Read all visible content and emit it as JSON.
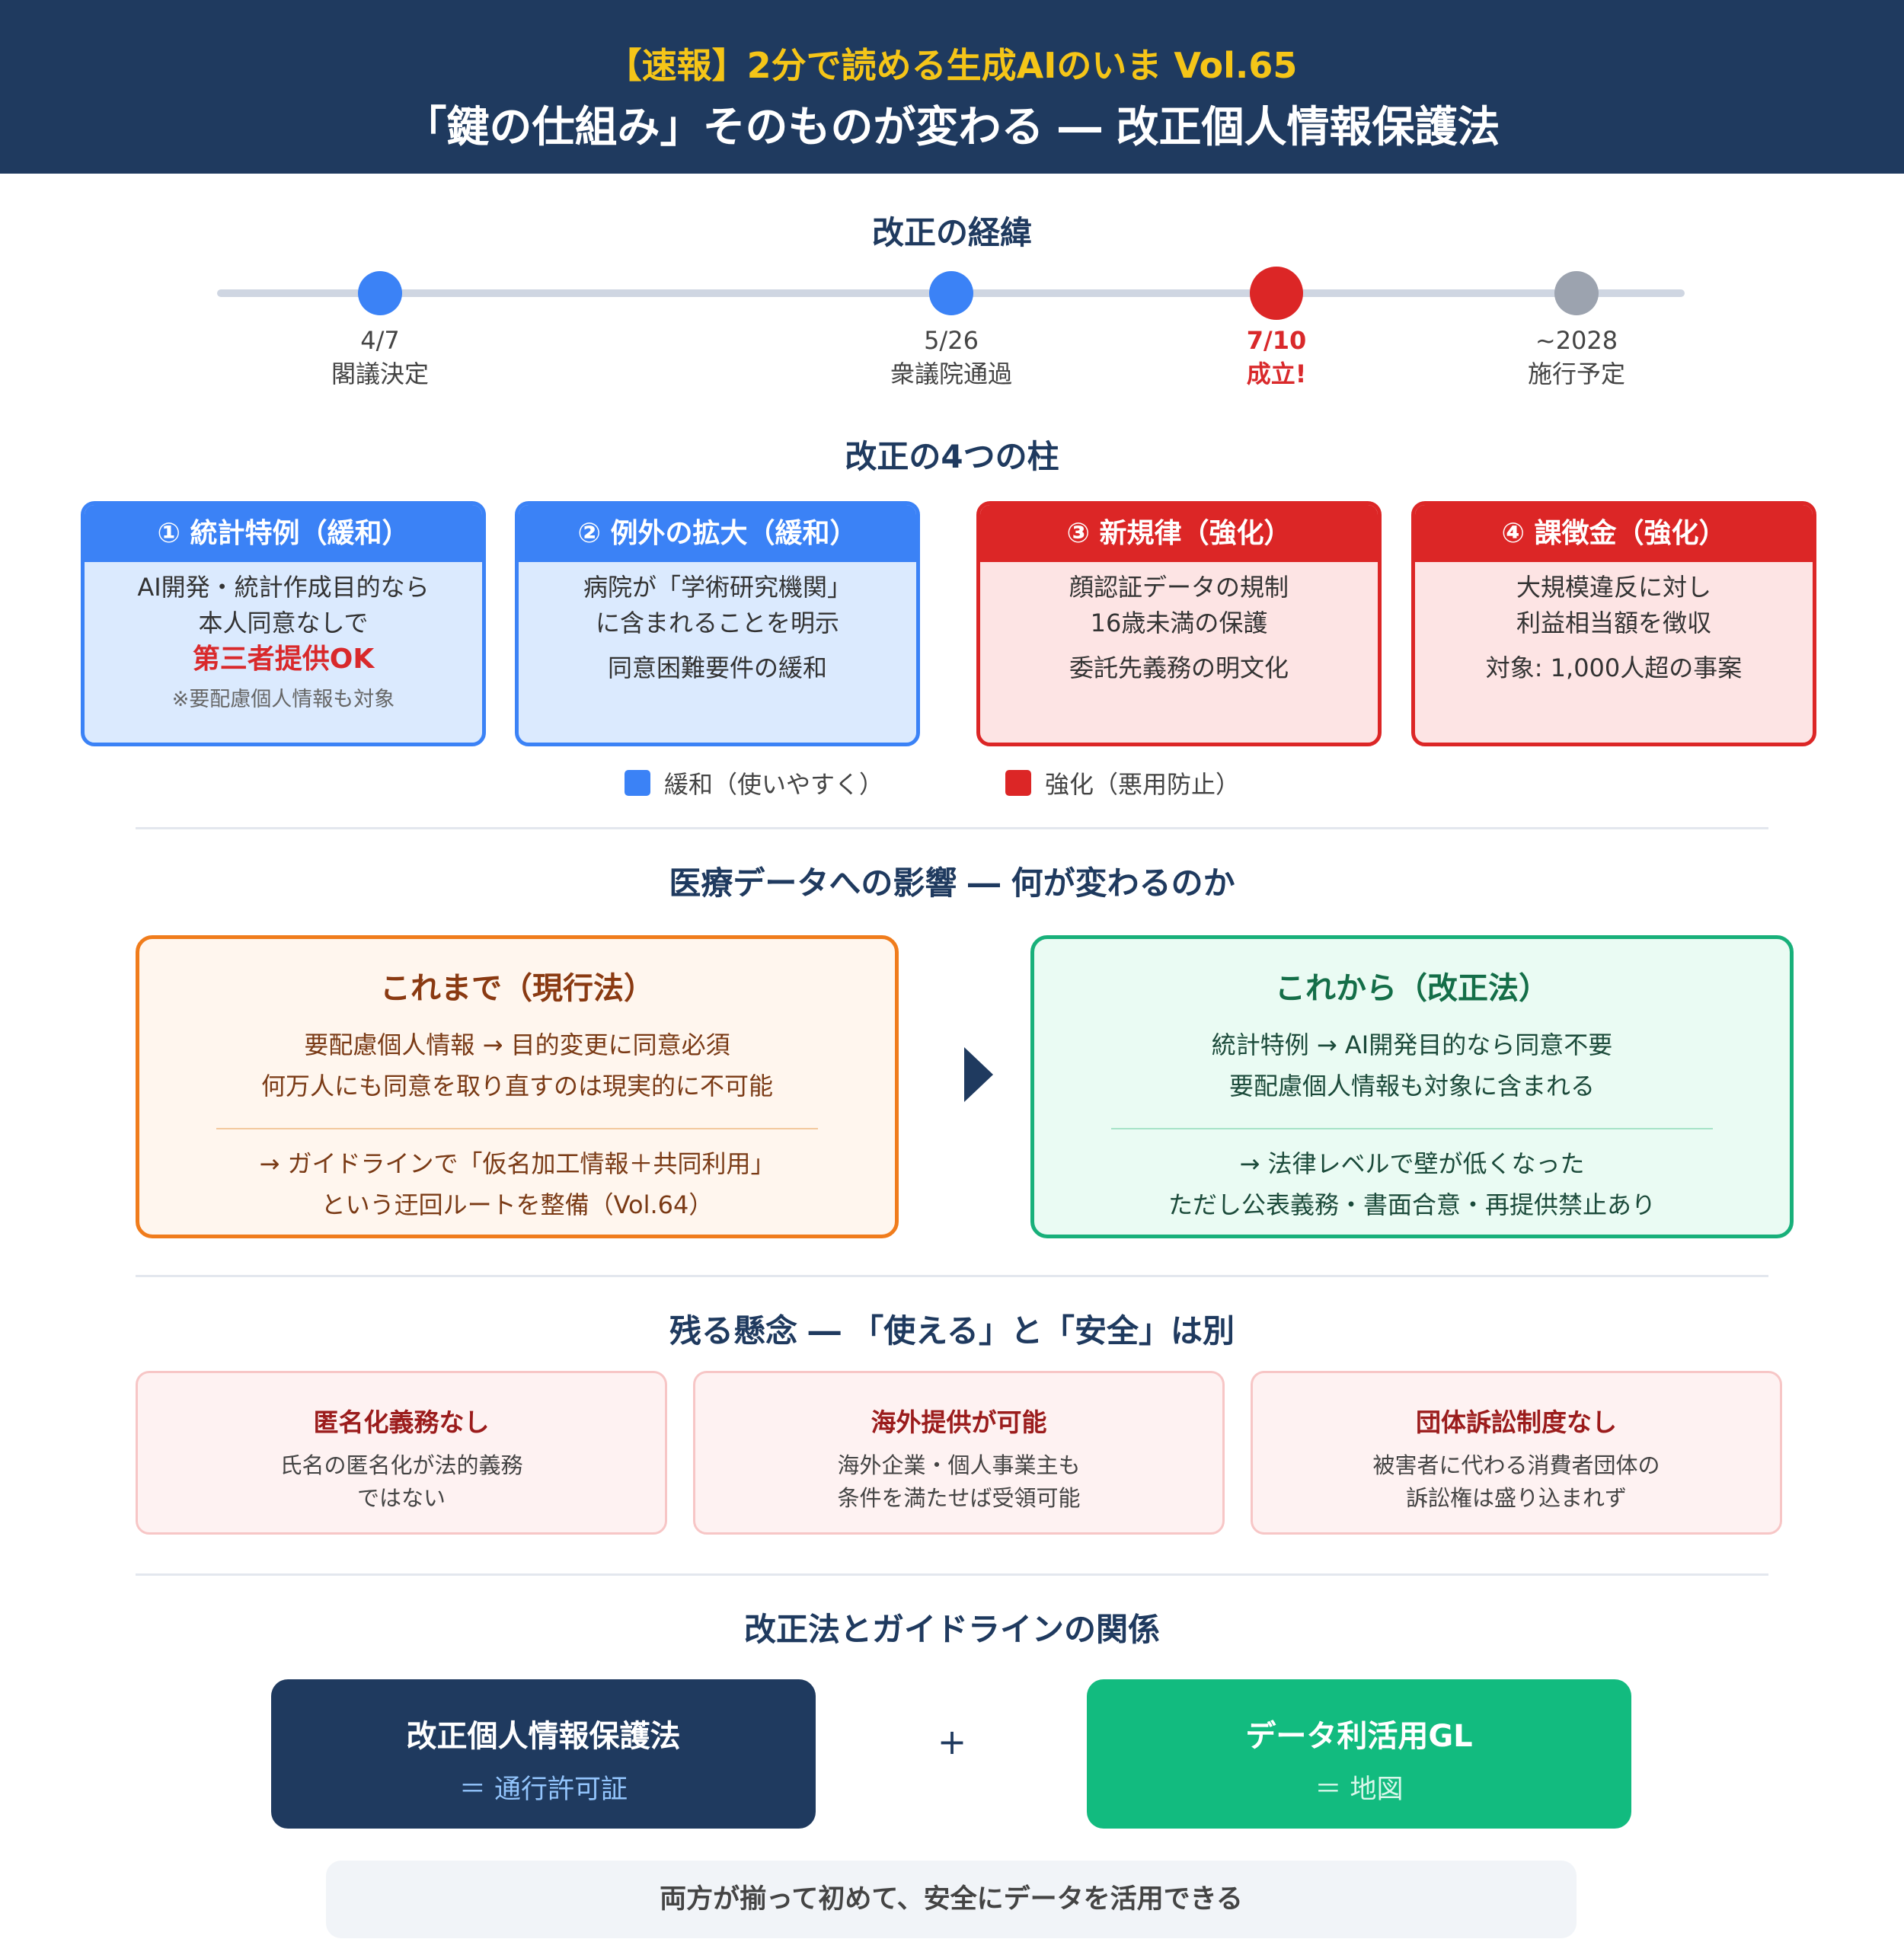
{
  "header": {
    "subtitle": "【速報】2分で読める生成AIのいま Vol.65",
    "title": "「鍵の仕組み」そのものが変わる ― 改正個人情報保護法"
  },
  "timeline": {
    "title": "改正の経緯",
    "events": [
      {
        "date": "4/7",
        "label": "閣議決定",
        "color": "#3b82f6"
      },
      {
        "date": "5/26",
        "label": "衆議院通過",
        "color": "#3b82f6"
      },
      {
        "date": "7/10",
        "label": "成立!",
        "color": "#dc2626"
      },
      {
        "date": "~2028",
        "label": "施行予定",
        "color": "#9ca3af"
      }
    ]
  },
  "pillars": {
    "title": "改正の4つの柱",
    "items": [
      {
        "title": "① 統計特例（緩和）",
        "line1": "AI開発・統計作成目的なら",
        "line2": "本人同意なしで",
        "emphasis": "第三者提供OK",
        "note": "※要配慮個人情報も対象"
      },
      {
        "title": "② 例外の拡大（緩和）",
        "line1": "病院が「学術研究機関」",
        "line2": "に含まれることを明示",
        "line3": "同意困難要件の緩和"
      },
      {
        "title": "③ 新規律（強化）",
        "line1": "顔認証データの規制",
        "line2": "16歳未満の保護",
        "line3": "委託先義務の明文化"
      },
      {
        "title": "④ 課徴金（強化）",
        "line1": "大規模違反に対し",
        "line2": "利益相当額を徴収",
        "line3": "対象: 1,000人超の事案"
      }
    ],
    "legend": [
      {
        "label": "緩和（使いやすく）",
        "color": "#3b82f6"
      },
      {
        "label": "強化（悪用防止）",
        "color": "#dc2626"
      }
    ]
  },
  "impact": {
    "title": "医療データへの影響 ― 何が変わるのか",
    "before": {
      "title": "これまで（現行法）",
      "line1": "要配慮個人情報 → 目的変更に同意必須",
      "line2": "何万人にも同意を取り直すのは現実的に不可能",
      "line3": "→ ガイドラインで「仮名加工情報＋共同利用」",
      "line4": "という迂回ルートを整備（Vol.64）"
    },
    "after": {
      "title": "これから（改正法）",
      "line1": "統計特例 → AI開発目的なら同意不要",
      "line2": "要配慮個人情報も対象に含まれる",
      "line3": "→ 法律レベルで壁が低くなった",
      "line4": "ただし公表義務・書面合意・再提供禁止あり"
    }
  },
  "concerns": {
    "title": "残る懸念 ― 「使える」と「安全」は別",
    "items": [
      {
        "title": "匿名化義務なし",
        "line1": "氏名の匿名化が法的義務",
        "line2": "ではない"
      },
      {
        "title": "海外提供が可能",
        "line1": "海外企業・個人事業主も",
        "line2": "条件を満たせば受領可能"
      },
      {
        "title": "団体訴訟制度なし",
        "line1": "被害者に代わる消費者団体の",
        "line2": "訴訟権は盛り込まれず"
      }
    ]
  },
  "relation": {
    "title": "改正法とガイドラインの関係",
    "law": {
      "title": "改正個人情報保護法",
      "sub": "＝ 通行許可証"
    },
    "plus": "+",
    "guideline": {
      "title": "データ利活用GL",
      "sub": "＝ 地図"
    },
    "conclusion": "両方が揃って初めて、安全にデータを活用できる"
  }
}
